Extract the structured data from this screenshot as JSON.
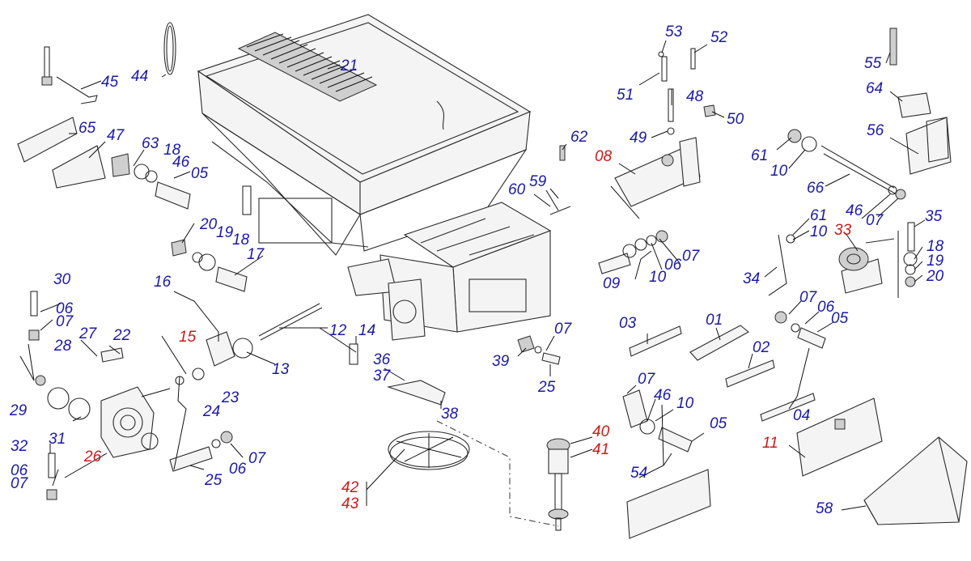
{
  "diagram": {
    "title": "",
    "colors": {
      "standard_label": "#1a1aa6",
      "highlighted_label": "#d01818",
      "line": "#2a2a2a"
    },
    "callouts": {
      "c01": "01",
      "c02": "02",
      "c03": "03",
      "c04": "04",
      "c05a": "05",
      "c05b": "05",
      "c05c": "05",
      "c06a": "06",
      "c06b": "06",
      "c06c": "06",
      "c06d": "06",
      "c06e": "06",
      "c07a": "07",
      "c07b": "07",
      "c07c": "07",
      "c07d": "07",
      "c07e": "07",
      "c07f": "07",
      "c07g": "07",
      "c07h": "07",
      "c08": "08",
      "c09": "09",
      "c10a": "10",
      "c10b": "10",
      "c10c": "10",
      "c10d": "10",
      "c11": "11",
      "c12": "12",
      "c13": "13",
      "c14": "14",
      "c15": "15",
      "c16": "16",
      "c17": "17",
      "c18a": "18",
      "c18b": "18",
      "c18c": "18",
      "c19a": "19",
      "c19b": "19",
      "c20a": "20",
      "c20b": "20",
      "c21": "21",
      "c22": "22",
      "c23": "23",
      "c24": "24",
      "c25a": "25",
      "c25b": "25",
      "c26": "26",
      "c27": "27",
      "c28": "28",
      "c29": "29",
      "c30": "30",
      "c31": "31",
      "c32": "32",
      "c33": "33",
      "c34": "34",
      "c35": "35",
      "c36": "36",
      "c37": "37",
      "c38": "38",
      "c39": "39",
      "c40": "40",
      "c41": "41",
      "c42": "42",
      "c43": "43",
      "c44": "44",
      "c45": "45",
      "c46a": "46",
      "c46b": "46",
      "c46c": "46",
      "c47": "47",
      "c48": "48",
      "c49": "49",
      "c50": "50",
      "c51": "51",
      "c52": "52",
      "c53": "53",
      "c54": "54",
      "c55": "55",
      "c56": "56",
      "c58": "58",
      "c59": "59",
      "c60": "60",
      "c61a": "61",
      "c61b": "61",
      "c62": "62",
      "c63": "63",
      "c64": "64",
      "c65": "65",
      "c66": "66"
    }
  }
}
